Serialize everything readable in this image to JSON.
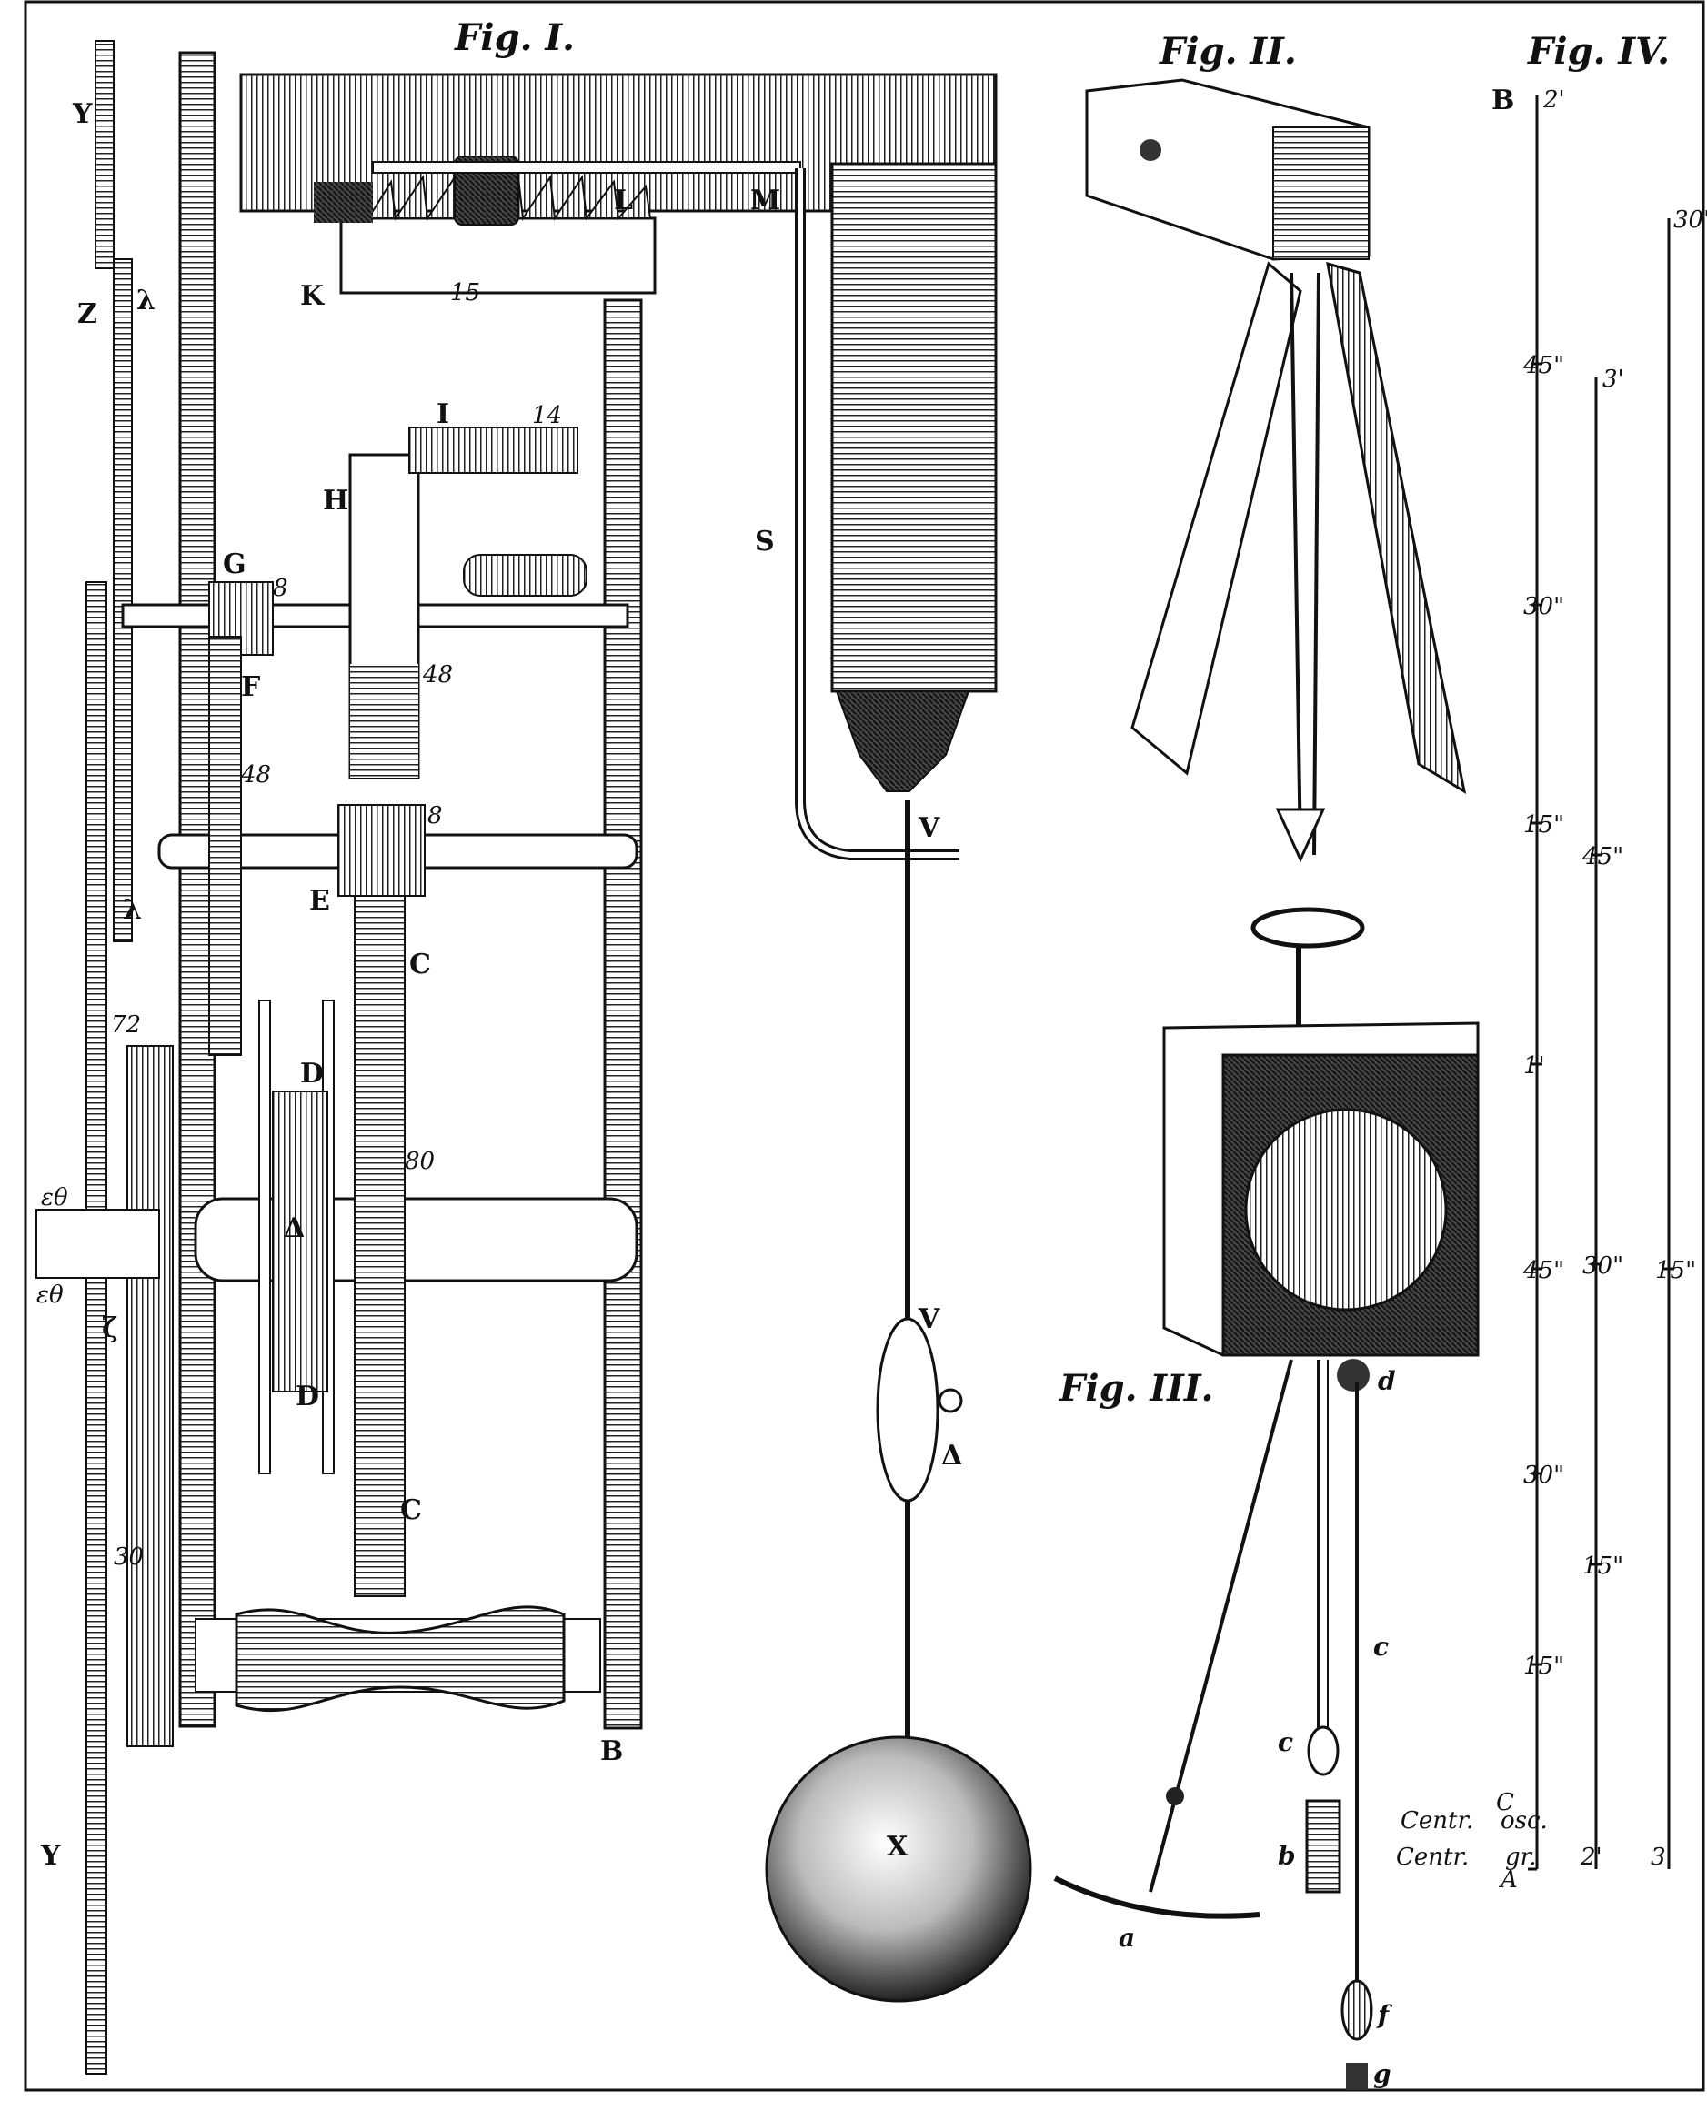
{
  "figures": {
    "fig1": "Fig. I.",
    "fig2": "Fig. II.",
    "fig3": "Fig. III.",
    "fig4": "Fig. IV."
  },
  "fig1_letters": {
    "Y_top": "Y",
    "Z": "Z",
    "lambda_top": "λ",
    "lambda_mid": "λ",
    "K": "K",
    "L": "L",
    "M": "M",
    "S": "S",
    "I": "I",
    "H": "H",
    "G": "G",
    "F": "F",
    "E": "E",
    "C_top": "C",
    "C_bot": "C",
    "D_top": "D",
    "D_bot": "D",
    "delta_wheel": "Δ",
    "delta_bob": "Δ",
    "V_top": "V",
    "V_mid": "V",
    "X": "X",
    "Y_bot": "Y",
    "B": "B",
    "zeta": "ζ",
    "epsilon_top": "εθ",
    "epsilon_bot": "εθ",
    "n15": "15",
    "n14": "14",
    "n8a": "8",
    "n48a": "48",
    "n48b": "48",
    "n8b": "8",
    "n80": "80",
    "n72": "72",
    "n30": "30"
  },
  "fig3_letters": {
    "a": "a",
    "b": "b",
    "c1": "c",
    "c2": "c",
    "d": "d",
    "f": "f",
    "g": "g"
  },
  "fig4_scale": {
    "B": "B",
    "top": "2'",
    "s1": [
      "45\"",
      "30\"",
      "15\"",
      "1'",
      "45\"",
      "30\"",
      "15\""
    ],
    "s2_top": "3'",
    "s2": [
      "45\"",
      "30\"",
      "15\""
    ],
    "s3_top": "30\"",
    "s3": [
      "15\""
    ],
    "centr_osc_prefix": "Centr.",
    "centr_osc": "osc.",
    "centr_osc_c": "C",
    "centr_gr_prefix": "Centr.",
    "centr_gr": "gr.",
    "centr_gr_a": "A",
    "bottom2": "2'",
    "bottom3": "3'"
  }
}
